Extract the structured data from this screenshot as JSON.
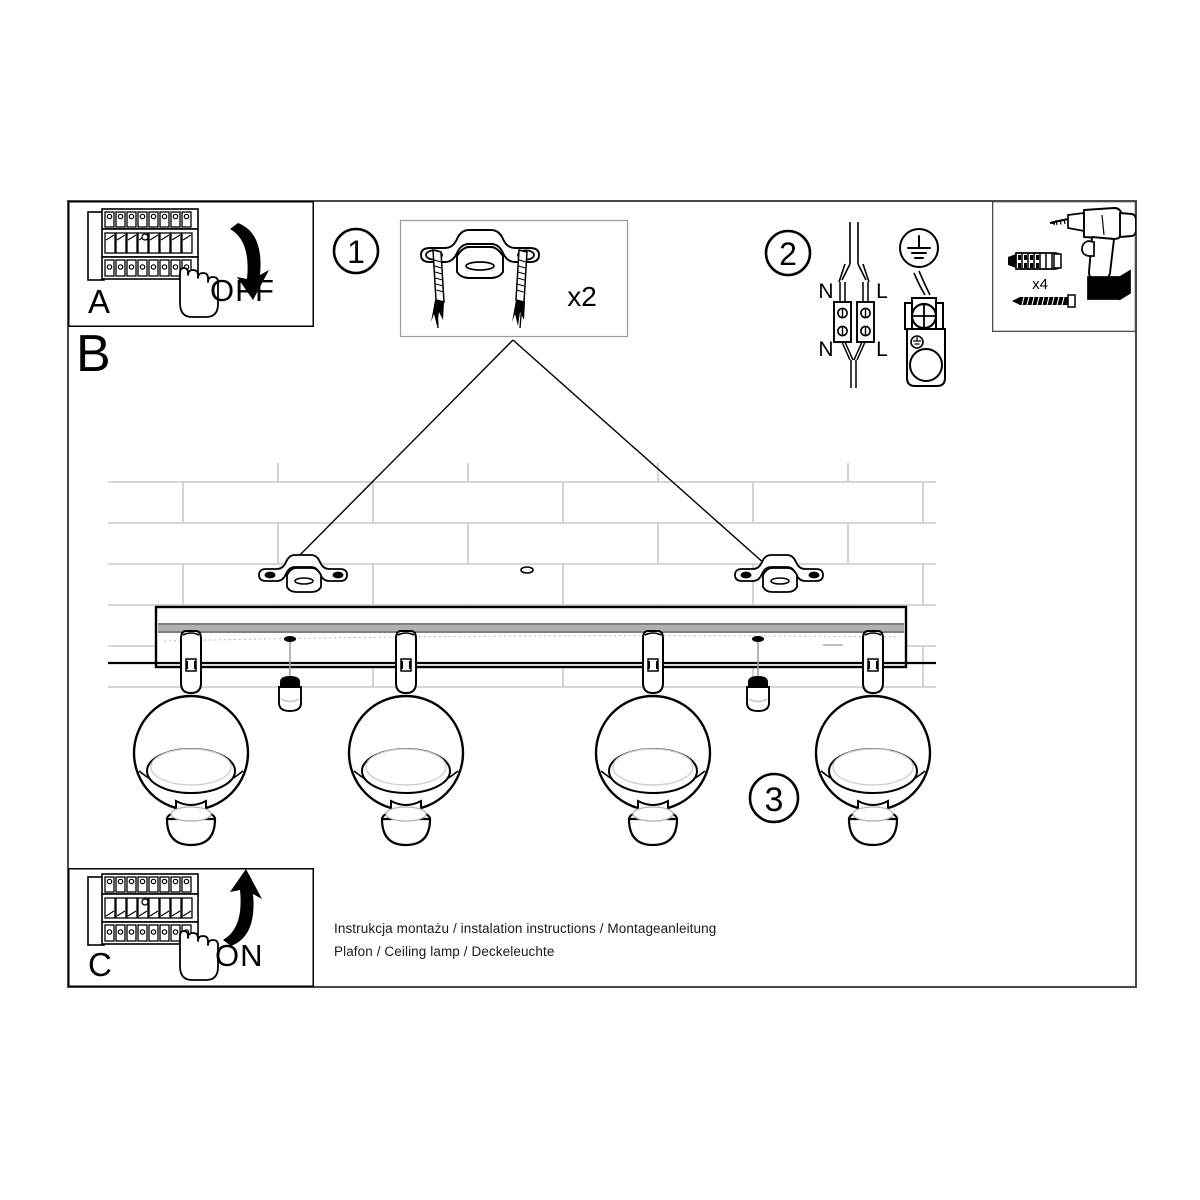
{
  "document": {
    "type": "assembly-instruction-sheet",
    "product": "Plafon / Ceiling lamp / Deckeleuchte",
    "caption_line_1": "Instrukcja montażu / instalation instructions / Montageanleitung",
    "caption_line_2": "Plafon / Ceiling lamp / Deckeleuchte"
  },
  "steps": {
    "a": {
      "letter": "A",
      "action_label": "OFF",
      "icon": "fuse-box-breaker-panel-icon",
      "hand_icon": "hand-pointing-icon",
      "arrow_icon": "arrow-curved-down-icon"
    },
    "b": {
      "letter": "B"
    },
    "c": {
      "letter": "C",
      "action_label": "ON",
      "icon": "fuse-box-breaker-panel-icon",
      "hand_icon": "hand-pointing-icon",
      "arrow_icon": "arrow-curved-up-icon"
    },
    "one": {
      "number": "1",
      "quantity_label": "x2",
      "icon": "mounting-bracket-with-screws-icon"
    },
    "two": {
      "number": "2",
      "terminal_top_left": "N",
      "terminal_top_right": "L",
      "terminal_bottom_left": "N",
      "terminal_bottom_right": "L",
      "earth_icon": "earth-ground-symbol-icon",
      "connector_icon": "terminal-block-icon"
    },
    "three": {
      "number": "3"
    }
  },
  "tools": {
    "quantity_label": "x4",
    "wall_plug_icon": "wall-plug-anchor-icon",
    "screw_icon": "screw-icon",
    "drill_icon": "power-drill-icon"
  },
  "lamp": {
    "shade_count": 4,
    "bulb_detail_count": 2,
    "bar_icon": "ceiling-bar-mount-icon",
    "shade_icon": "spherical-spotlight-shade-icon",
    "bulb_icon": "led-bulb-icon",
    "bracket_icon": "wall-bracket-icon",
    "wall_icon": "brick-wall-background"
  },
  "colors": {
    "line": "#000000",
    "mortar": "#c9c9c9",
    "brick_fill": "#ffffff",
    "shade_shadow": "#e8e8e8",
    "bar_shadow": "#8c8c8c",
    "background": "#ffffff"
  }
}
